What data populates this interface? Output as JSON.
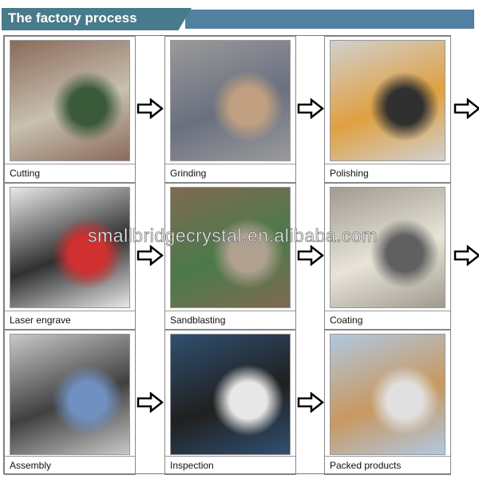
{
  "header": {
    "title": "The factory process"
  },
  "steps": [
    {
      "label": "Cutting",
      "colors": [
        "#8a6a5a",
        "#c8c0b0",
        "#3a5a3a"
      ]
    },
    {
      "label": "Grinding",
      "colors": [
        "#9a9a9a",
        "#6a7080",
        "#c0a080"
      ]
    },
    {
      "label": "Polishing",
      "colors": [
        "#d0d0d0",
        "#e0a040",
        "#303030"
      ]
    },
    {
      "label": "Laser engrave",
      "colors": [
        "#e8e8e8",
        "#303030",
        "#d03030"
      ]
    },
    {
      "label": "Sandblasting",
      "colors": [
        "#806a50",
        "#4a7a4a",
        "#b0a090"
      ]
    },
    {
      "label": "Coating",
      "colors": [
        "#a09a90",
        "#e8e4d8",
        "#606060"
      ]
    },
    {
      "label": "Assembly",
      "colors": [
        "#c8c8c8",
        "#404040",
        "#7090c0"
      ]
    },
    {
      "label": "Inspection",
      "colors": [
        "#305070",
        "#202020",
        "#e8e8e8"
      ]
    },
    {
      "label": "Packed products",
      "colors": [
        "#b0c8e0",
        "#c89860",
        "#e0e0e0"
      ]
    }
  ],
  "watermark": "smallbridgecrystal.en.alibaba.com"
}
